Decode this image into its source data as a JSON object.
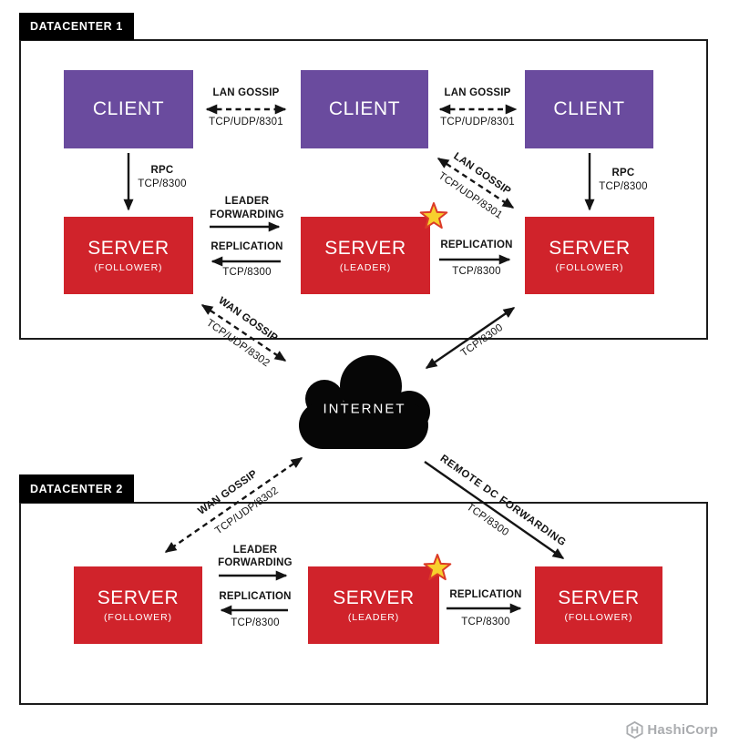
{
  "colors": {
    "client": "#6a4b9e",
    "server": "#d0232b",
    "star_fill": "#f7d02d",
    "star_stroke": "#dc3a27",
    "line": "#141414",
    "cloud": "#060606",
    "logo_gray": "#aaacaf"
  },
  "dc1": {
    "label": "DATACENTER 1",
    "clients": [
      {
        "label": "CLIENT"
      },
      {
        "label": "CLIENT"
      },
      {
        "label": "CLIENT"
      }
    ],
    "servers": [
      {
        "label": "SERVER",
        "role": "(FOLLOWER)"
      },
      {
        "label": "SERVER",
        "role": "(LEADER)"
      },
      {
        "label": "SERVER",
        "role": "(FOLLOWER)"
      }
    ]
  },
  "dc2": {
    "label": "DATACENTER 2",
    "servers": [
      {
        "label": "SERVER",
        "role": "(FOLLOWER)"
      },
      {
        "label": "SERVER",
        "role": "(LEADER)"
      },
      {
        "label": "SERVER",
        "role": "(FOLLOWER)"
      }
    ]
  },
  "cloud": {
    "label": "INTERNET"
  },
  "edges": {
    "lan_gossip_1": {
      "title": "LAN GOSSIP",
      "port": "TCP/UDP/8301"
    },
    "lan_gossip_2": {
      "title": "LAN GOSSIP",
      "port": "TCP/UDP/8301"
    },
    "lan_gossip_diag": {
      "title": "LAN GOSSIP",
      "port": "TCP/UDP/8301"
    },
    "rpc_1": {
      "title": "RPC",
      "port": "TCP/8300"
    },
    "rpc_2": {
      "title": "RPC",
      "port": "TCP/8300"
    },
    "leader_forwarding_dc1": {
      "line1": "LEADER",
      "line2": "FORWARDING"
    },
    "replication_left_dc1": {
      "title": "REPLICATION",
      "port": "TCP/8300"
    },
    "replication_right_dc1": {
      "title": "REPLICATION",
      "port": "TCP/8300"
    },
    "wan_gossip_dc1": {
      "title": "WAN GOSSIP",
      "port": "TCP/UDP/8302"
    },
    "tcp8300_dc1": {
      "port": "TCP/8300"
    },
    "wan_gossip_dc2": {
      "title": "WAN GOSSIP",
      "port": "TCP/UDP/8302"
    },
    "remote_dc_forwarding": {
      "title": "REMOTE DC FORWARDING",
      "port": "TCP/8300"
    },
    "leader_forwarding_dc2": {
      "line1": "LEADER",
      "line2": "FORWARDING"
    },
    "replication_left_dc2": {
      "title": "REPLICATION",
      "port": "TCP/8300"
    },
    "replication_right_dc2": {
      "title": "REPLICATION",
      "port": "TCP/8300"
    }
  },
  "footer": {
    "brand": "HashiCorp"
  }
}
